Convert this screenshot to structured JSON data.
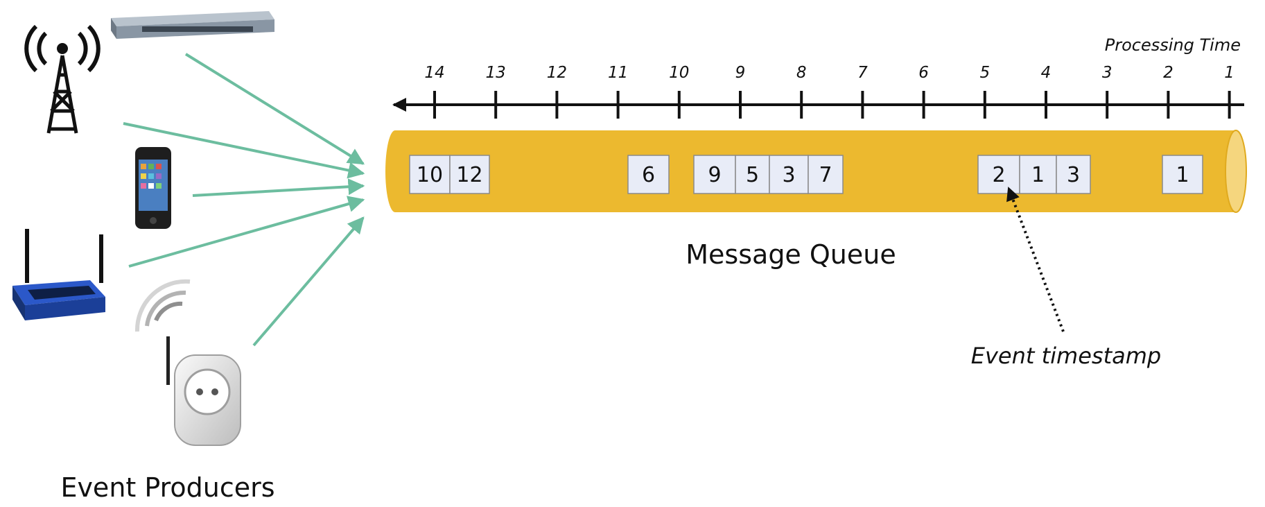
{
  "axis": {
    "title": "Processing Time",
    "ticks": [
      "14",
      "13",
      "12",
      "11",
      "10",
      "9",
      "8",
      "7",
      "6",
      "5",
      "4",
      "3",
      "2",
      "1"
    ]
  },
  "queue": {
    "label": "Message Queue",
    "events": [
      "10",
      "12",
      "6",
      "9",
      "5",
      "3",
      "7",
      "2",
      "1",
      "3",
      "1"
    ]
  },
  "annotations": {
    "event_timestamp": "Event timestamp"
  },
  "producers": {
    "label": "Event Producers",
    "devices": [
      "cell-tower-icon",
      "network-switch-icon",
      "smartphone-icon",
      "wifi-router-icon",
      "smart-plug-icon"
    ]
  },
  "colors": {
    "queue": "#ecb92f",
    "queue_cap": "#f5d67e",
    "event_box": "#e8ecf7",
    "arrows": "#6cbd9f",
    "axis": "#111111"
  }
}
